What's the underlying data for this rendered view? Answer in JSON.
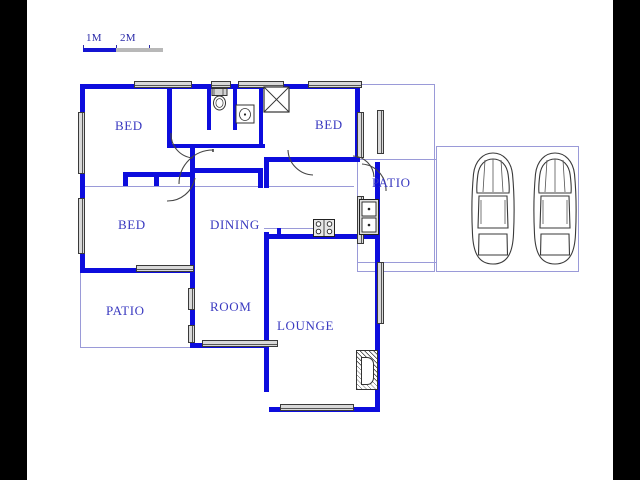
{
  "document": {
    "type": "floor-plan",
    "title": "Residential Floor Plan",
    "background_color": "#ffffff",
    "letterbox_color": "#000000",
    "wall_color": "#0d0ddd",
    "thin_wall_color": "#9a9ad8",
    "label_color": "#3a3ac0"
  },
  "scale_bar": {
    "label_1": "1M",
    "label_2": "2M",
    "segment_1_color": "#1414d2",
    "segment_2_color": "#b8b8b8"
  },
  "rooms": [
    {
      "id": "bed-top-left",
      "label": "BED"
    },
    {
      "id": "bed-top-right",
      "label": "BED"
    },
    {
      "id": "bed-mid-left",
      "label": "BED"
    },
    {
      "id": "dining",
      "label": "DINING"
    },
    {
      "id": "room",
      "label": "ROOM"
    },
    {
      "id": "lounge",
      "label": "LOUNGE"
    },
    {
      "id": "patio-right",
      "label": "PATIO"
    },
    {
      "id": "patio-bottom-left",
      "label": "PATIO"
    }
  ],
  "fixtures": [
    {
      "id": "toilet",
      "name": "toilet"
    },
    {
      "id": "basin",
      "name": "wash-basin"
    },
    {
      "id": "shower",
      "name": "shower"
    },
    {
      "id": "kitchen-sink",
      "name": "double-sink"
    },
    {
      "id": "stove",
      "name": "stove-cooktop"
    },
    {
      "id": "fireplace",
      "name": "fireplace"
    }
  ],
  "vehicles": [
    {
      "id": "car-left",
      "name": "car"
    },
    {
      "id": "car-right",
      "name": "car"
    }
  ],
  "carport": {
    "id": "carport",
    "capacity": 2
  }
}
